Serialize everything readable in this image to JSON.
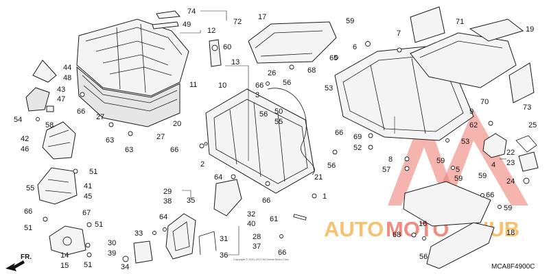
{
  "diagram_code": "MCA8F4900C",
  "copyright": "Copyright © 2001-2017 All Honda Motor Corp.",
  "front_arrow_label": "FR.",
  "watermark": {
    "part1": "AUTO",
    "part2": "MOTO",
    "part3": "HUB",
    "color_primary": "#e8a033",
    "color_accent": "#e03030"
  },
  "callouts": [
    {
      "id": "c74",
      "text": "74"
    },
    {
      "id": "c72",
      "text": "72"
    },
    {
      "id": "c49",
      "text": "49"
    },
    {
      "id": "c12",
      "text": "12"
    },
    {
      "id": "c60",
      "text": "60"
    },
    {
      "id": "c11",
      "text": "11"
    },
    {
      "id": "c20",
      "text": "20"
    },
    {
      "id": "c44",
      "text": "44"
    },
    {
      "id": "c48",
      "text": "48"
    },
    {
      "id": "c43",
      "text": "43"
    },
    {
      "id": "c47",
      "text": "47"
    },
    {
      "id": "c66a",
      "text": "66"
    },
    {
      "id": "c54",
      "text": "54"
    },
    {
      "id": "c58",
      "text": "58"
    },
    {
      "id": "c27a",
      "text": "27"
    },
    {
      "id": "c63a",
      "text": "63"
    },
    {
      "id": "c63b",
      "text": "63"
    },
    {
      "id": "c27b",
      "text": "27"
    },
    {
      "id": "c42",
      "text": "42"
    },
    {
      "id": "c46",
      "text": "46"
    },
    {
      "id": "c51a",
      "text": "51"
    },
    {
      "id": "c55",
      "text": "55"
    },
    {
      "id": "c41",
      "text": "41"
    },
    {
      "id": "c45",
      "text": "45"
    },
    {
      "id": "c66b",
      "text": "66"
    },
    {
      "id": "c67",
      "text": "67"
    },
    {
      "id": "c51b",
      "text": "51"
    },
    {
      "id": "c51c",
      "text": "51"
    },
    {
      "id": "c14",
      "text": "14"
    },
    {
      "id": "c15",
      "text": "15"
    },
    {
      "id": "c51d",
      "text": "51"
    },
    {
      "id": "c13",
      "text": "13"
    },
    {
      "id": "c10",
      "text": "10"
    },
    {
      "id": "c66c",
      "text": "66"
    },
    {
      "id": "c2",
      "text": "2"
    },
    {
      "id": "c17",
      "text": "17"
    },
    {
      "id": "c59a",
      "text": "59"
    },
    {
      "id": "c68a",
      "text": "68"
    },
    {
      "id": "c65",
      "text": "65"
    },
    {
      "id": "c56a",
      "text": "56"
    },
    {
      "id": "c26",
      "text": "26"
    },
    {
      "id": "c66d",
      "text": "66"
    },
    {
      "id": "c3",
      "text": "3"
    },
    {
      "id": "c56b",
      "text": "56"
    },
    {
      "id": "c50",
      "text": "50"
    },
    {
      "id": "c55b",
      "text": "55"
    },
    {
      "id": "c66e",
      "text": "66"
    },
    {
      "id": "c56c",
      "text": "56"
    },
    {
      "id": "c21",
      "text": "21"
    },
    {
      "id": "c64a",
      "text": "64"
    },
    {
      "id": "c29",
      "text": "29"
    },
    {
      "id": "c38",
      "text": "38"
    },
    {
      "id": "c35",
      "text": "35"
    },
    {
      "id": "c66f",
      "text": "66"
    },
    {
      "id": "c1",
      "text": "1"
    },
    {
      "id": "c32",
      "text": "32"
    },
    {
      "id": "c40",
      "text": "40"
    },
    {
      "id": "c64b",
      "text": "64"
    },
    {
      "id": "c33",
      "text": "33"
    },
    {
      "id": "c28",
      "text": "28"
    },
    {
      "id": "c37",
      "text": "37"
    },
    {
      "id": "c31",
      "text": "31"
    },
    {
      "id": "c36",
      "text": "36"
    },
    {
      "id": "c30",
      "text": "30"
    },
    {
      "id": "c39",
      "text": "39"
    },
    {
      "id": "c34",
      "text": "34"
    },
    {
      "id": "c61",
      "text": "61"
    },
    {
      "id": "c66g",
      "text": "66"
    },
    {
      "id": "c7",
      "text": "7"
    },
    {
      "id": "c6",
      "text": "6"
    },
    {
      "id": "c53a",
      "text": "53"
    },
    {
      "id": "c9",
      "text": "9"
    },
    {
      "id": "c69",
      "text": "69"
    },
    {
      "id": "c52",
      "text": "52"
    },
    {
      "id": "c71",
      "text": "71"
    },
    {
      "id": "c19",
      "text": "19"
    },
    {
      "id": "c70",
      "text": "70"
    },
    {
      "id": "c73",
      "text": "73"
    },
    {
      "id": "c62",
      "text": "62"
    },
    {
      "id": "c25",
      "text": "25"
    },
    {
      "id": "c53b",
      "text": "53"
    },
    {
      "id": "c22",
      "text": "22"
    },
    {
      "id": "c23",
      "text": "23"
    },
    {
      "id": "c4",
      "text": "4"
    },
    {
      "id": "c24",
      "text": "24"
    },
    {
      "id": "c8",
      "text": "8"
    },
    {
      "id": "c57",
      "text": "57"
    },
    {
      "id": "c59b",
      "text": "59"
    },
    {
      "id": "c5",
      "text": "5"
    },
    {
      "id": "c59c",
      "text": "59"
    },
    {
      "id": "c59d",
      "text": "59"
    },
    {
      "id": "c66h",
      "text": "66"
    },
    {
      "id": "c59e",
      "text": "59"
    },
    {
      "id": "c16",
      "text": "16"
    },
    {
      "id": "c68b",
      "text": "68"
    },
    {
      "id": "c56d",
      "text": "56"
    },
    {
      "id": "c18",
      "text": "18"
    }
  ]
}
